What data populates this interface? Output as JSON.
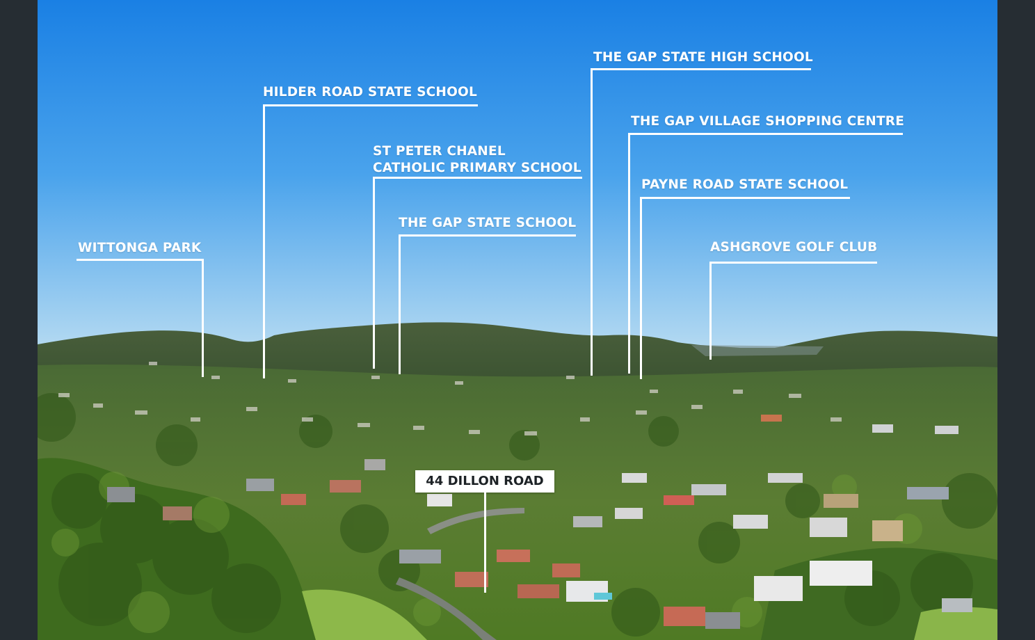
{
  "labels": {
    "wittonga_park": "WITTONGA PARK",
    "hilder_road": "HILDER ROAD STATE SCHOOL",
    "st_peter_chanel_line1": "ST PETER CHANEL",
    "st_peter_chanel_line2": "CATHOLIC PRIMARY SCHOOL",
    "gap_state_school": "THE GAP STATE SCHOOL",
    "gap_high_school": "THE GAP STATE HIGH SCHOOL",
    "gap_village": "THE GAP VILLAGE SHOPPING CENTRE",
    "payne_road": "PAYNE ROAD STATE SCHOOL",
    "ashgrove_golf": "ASHGROVE GOLF CLUB"
  },
  "property": {
    "address": "44 DILLON ROAD"
  },
  "colors": {
    "sky_top": "#1f86e6",
    "sky_bottom": "#b8dcf0",
    "hills": "#3f5a30",
    "vegetation": "#4d7a2a",
    "frame": "#262d33",
    "label_text": "#ffffff",
    "pin_text": "#1d2226"
  }
}
